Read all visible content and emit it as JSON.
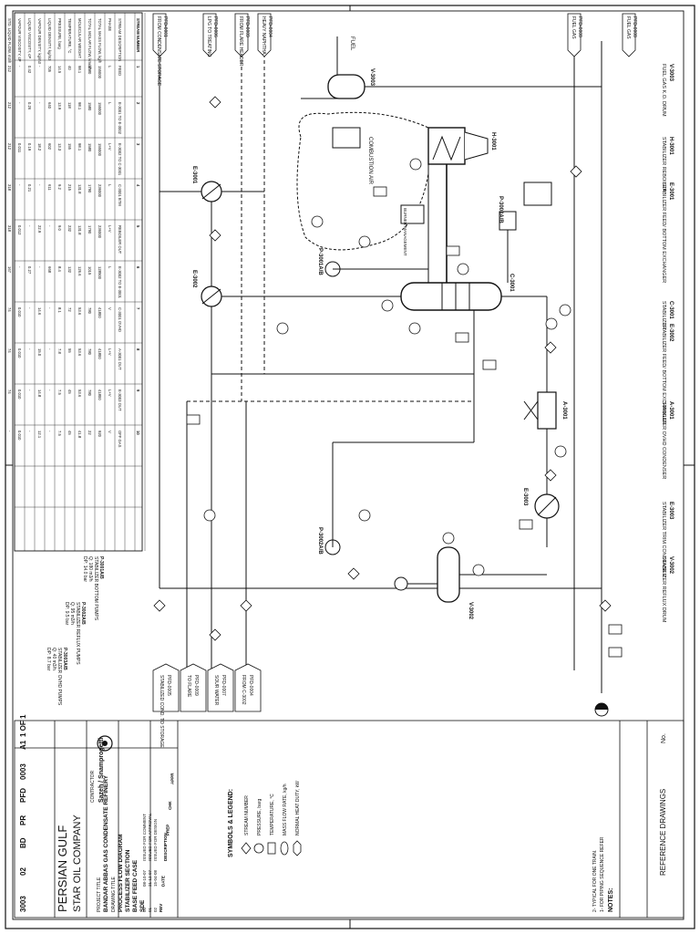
{
  "legend": {
    "title": "SYMBOLS & LEGEND:",
    "items": [
      {
        "symbol": "diamond",
        "label": "STREAM NUMBER"
      },
      {
        "symbol": "circle",
        "label": "PRESSURE, barg"
      },
      {
        "symbol": "rect",
        "label": "TEMPERATURE, °C"
      },
      {
        "symbol": "ellipse",
        "label": "MASS FLOW RATE, kg/h"
      },
      {
        "symbol": "hexagon",
        "label": "NORMAL HEAT DUTY, kW"
      }
    ]
  },
  "notes": {
    "title": "NOTES:",
    "lines": [
      "1- FOR PIPING SEQUENCE REFER",
      "2- TYPICAL FOR ONE TRAIN."
    ]
  },
  "reference": {
    "title": "REFERENCE DRAWINGS",
    "no_label": "No."
  },
  "company": {
    "name_line1": "PERSIAN GULF",
    "name_line2": "STAR OIL COMPANY",
    "contractor_label": "CONTRACTOR",
    "contractor": "Sazeh / Snamprogetti"
  },
  "project": {
    "title_label": "PROJECT TITLE",
    "title": "BANDAR ABBAS GAS CONDENSATE REFINERY",
    "drawing_label": "DRAWING TITLE",
    "drawing_line1": "PROCESS FLOW DIAGRAM",
    "drawing_line2": "STABILIZER SECTION",
    "drawing_line3": "BASE FEED CASE",
    "drawing_line4": "SDE"
  },
  "codes": {
    "doc_no": "3003",
    "rev": "02",
    "unit": "BD",
    "type": "PR",
    "code": "PFD",
    "seq": "0003",
    "size": "A1",
    "sheet": "1 OF 1"
  },
  "equipment_top": [
    {
      "tag": "V-3003",
      "name": "FUEL GAS K.O. DRUM"
    },
    {
      "tag": "H-3001",
      "name": "STABILIZER REBOILER"
    },
    {
      "tag": "E-3001",
      "name": "STABILIZER FEED/ BOTTOM EXCHANGER"
    },
    {
      "tag": "C-3001",
      "name": "STABILIZER"
    },
    {
      "tag": "E-3002",
      "name": "STABILIZER FEED/ BOTTOM EXCHANGER"
    },
    {
      "tag": "A-3001",
      "name": "STABILIZER OVHD CONDENSER"
    },
    {
      "tag": "E-3003",
      "name": "STABILIZER TRIM CONDENSER"
    },
    {
      "tag": "V-3002",
      "name": "STABILIZER REFLUX DRUM"
    }
  ],
  "stream_table": {
    "headers": [
      "STREAM NUMBER",
      "1",
      "2",
      "3",
      "4",
      "5",
      "6",
      "7",
      "8",
      "9",
      "10"
    ],
    "rows": [
      {
        "label": "STREAM DESCRIPTION",
        "cells": [
          "FEED",
          "E-3001 TO E-3002",
          "E-3002 TO C-3001",
          "C-3001 BTM",
          "REBOILER OUT",
          "E-3002 TO E-3001",
          "C-3001 OVHD",
          "A-3001 OUT",
          "E-3003 OUT",
          "OFF GAS"
        ]
      },
      {
        "label": "PHASE",
        "cells": [
          "L",
          "L",
          "L+V",
          "L",
          "L+V",
          "L",
          "V",
          "L+V",
          "L+V",
          "V"
        ]
      },
      {
        "label": "TOTAL MASS FLOW, kg/h",
        "cells": [
          "155000",
          "155000",
          "155000",
          "236000",
          "236000",
          "128500",
          "41800",
          "41800",
          "41800",
          "920"
        ]
      },
      {
        "label": "TOTAL MOLAR FLOW, kmol/h",
        "cells": [
          "1580",
          "1580",
          "1580",
          "1790",
          "1790",
          "1015",
          "780",
          "780",
          "780",
          "22"
        ]
      },
      {
        "label": "MOLECULAR WEIGHT",
        "cells": [
          "98.1",
          "98.1",
          "98.1",
          "131.8",
          "131.8",
          "126.6",
          "53.6",
          "53.6",
          "53.6",
          "41.8"
        ]
      },
      {
        "label": "TEMPERATURE, °C",
        "cells": [
          "40",
          "118",
          "155",
          "215",
          "232",
          "132",
          "72",
          "55",
          "45",
          "45"
        ]
      },
      {
        "label": "PRESSURE, barg",
        "cells": [
          "14.5",
          "13.9",
          "13.3",
          "9.2",
          "9.0",
          "8.4",
          "8.1",
          "7.8",
          "7.5",
          "7.5"
        ]
      },
      {
        "label": "LIQUID DENSITY, kg/m3",
        "cells": [
          "705",
          "640",
          "602",
          "611",
          "-",
          "668",
          "-",
          "-",
          "-",
          "-"
        ]
      },
      {
        "label": "VAPOUR DENSITY, kg/m3",
        "cells": [
          "-",
          "-",
          "18.2",
          "-",
          "22.9",
          "-",
          "14.6",
          "15.0",
          "14.8",
          "12.1"
        ]
      },
      {
        "label": "LIQUID VISCOSITY, cP",
        "cells": [
          "0.42",
          "0.26",
          "0.19",
          "0.21",
          "-",
          "0.27",
          "-",
          "-",
          "-",
          "-"
        ]
      },
      {
        "label": "VAPOUR VISCOSITY, cP",
        "cells": [
          "-",
          "-",
          "0.011",
          "-",
          "0.012",
          "-",
          "0.010",
          "0.010",
          "0.010",
          "0.010"
        ]
      },
      {
        "label": "STD. LIQUID FLOW, m3/h",
        "cells": [
          "212",
          "212",
          "212",
          "318",
          "318",
          "167",
          "74",
          "74",
          "74",
          "-"
        ]
      }
    ]
  },
  "pump_notes": [
    {
      "tag": "P-3001A/B",
      "name": "STABILIZER BOTTOM PUMPS",
      "duty": "Q: 180 m3/h",
      "head": "DP: 14.0 bar"
    },
    {
      "tag": "P-3002A/B",
      "name": "STABILIZER REFLUX PUMPS",
      "duty": "Q: 95 m3/h",
      "head": "DP: 9.5 bar"
    },
    {
      "tag": "P-3003A/B",
      "name": "STABILIZER OVHD PUMPS",
      "duty": "Q: 40 m3/h",
      "head": "DP: 8.7 bar"
    }
  ],
  "connectors": [
    {
      "id": "c1",
      "label": "FROM CONDENSATE STORAGE",
      "ref": "PFD-0001"
    },
    {
      "id": "c2",
      "label": "STABILIZED COND. TO STORAGE",
      "ref": "PFD-0005"
    },
    {
      "id": "c3",
      "label": "HEAVY NAPHTHA",
      "ref": "PFD-0004"
    },
    {
      "id": "c4",
      "label": "LPG TO TREATING",
      "ref": "PFD-0006"
    },
    {
      "id": "c5",
      "label": "FUEL GAS",
      "ref": "PFD-0008"
    },
    {
      "id": "c6",
      "label": "FUEL GAS",
      "ref": "PFD-0008"
    },
    {
      "id": "c7",
      "label": "FROM FLARE HEADER",
      "ref": "PFD-0009"
    },
    {
      "id": "c8",
      "label": "TO FLARE",
      "ref": "PFD-0009"
    },
    {
      "id": "c9",
      "label": "SOUR WATER",
      "ref": "PFD-0007"
    },
    {
      "id": "c10",
      "label": "FROM C-3002",
      "ref": "PFD-0004"
    }
  ],
  "process_labels": {
    "fuel": "FUEL",
    "combustion_air": "COMBUSTION AIR",
    "burner": "BURNER MANAGEMENT",
    "reboiler_tag": "H-3001",
    "column_tag": "C-3001",
    "drum_tag": "V-3002",
    "ko_drum_tag": "V-3003",
    "e1_tag": "E-3001",
    "e2_tag": "E-3002",
    "a1_tag": "A-3001",
    "e3_tag": "E-3003",
    "p1_tag": "P-3001A/B",
    "p2_tag": "P-3002A/B",
    "p3_tag": "P-3003A/B"
  },
  "revisions": {
    "headers": [
      "REV",
      "DATE",
      "DESCRIPTION",
      "PREP",
      "CHK",
      "APPR"
    ],
    "rows": [
      {
        "rev": "02",
        "date": "15-04-08",
        "desc": "ISSUED FOR DESIGN"
      },
      {
        "rev": "01",
        "date": "21-12-07",
        "desc": "ISSUED FOR APPROVAL"
      },
      {
        "rev": "00",
        "date": "08-10-07",
        "desc": "ISSUED FOR COMMENT"
      }
    ]
  }
}
